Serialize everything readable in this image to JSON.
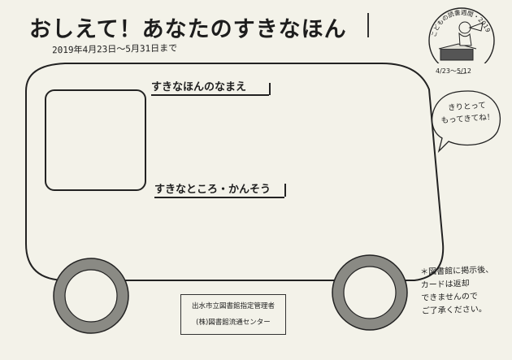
{
  "title": "おしえて！あなたのすきなほん",
  "period": "2019年4月23日～5月31日まで",
  "badge": {
    "arc_text": "こどもの読書週間・2019",
    "dates": "4/23～5/12"
  },
  "fields": {
    "book_name_label": "すきなほんのなまえ",
    "favorite_label": "すきなところ・かんそう"
  },
  "bubble": {
    "line1": "きりとって",
    "line2": "もってきてね！"
  },
  "plate": {
    "line1": "出水市立図書館指定管理者",
    "line2": "(株)図書館流通センター"
  },
  "note": {
    "line1": "＊図書館に掲示後、",
    "line2": "カードは返却",
    "line3": "できませんので",
    "line4": "ご了承ください。"
  }
}
